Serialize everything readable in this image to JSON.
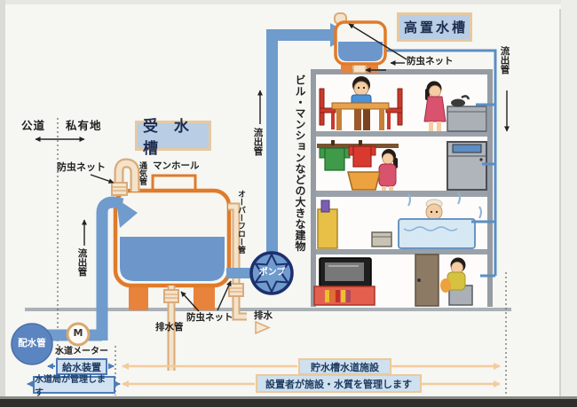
{
  "colors": {
    "tank_outline_orange": "#e07b2a",
    "pipe_blue": "#6f9bcd",
    "thin_pipe_blue": "#5b8ec4",
    "beige_pipe": "#d9ab79",
    "label_box_blue": "#b9cde4",
    "label_box_border_tan": "#e6c9a1",
    "pump_navy": "#1c2f6e",
    "management_blue_border": "#4f7cb8",
    "management_tan_border": "#ecc99b"
  },
  "boxes": {
    "receiving_tank": "受 水 槽",
    "elevated_tank": "高置水槽",
    "supply_device": "給水装置",
    "bureau_manages": "水道局が管理します",
    "storage_facility": "貯水槽水道施設",
    "installer_manages": "設置者が施設・水質を管理します"
  },
  "labels": {
    "public_road": "公道",
    "private_land": "私有地",
    "insect_net_top": "防虫ネット",
    "vent_pipe": "通気管",
    "manhole": "マンホール",
    "outflow_pipe_left": "流出管",
    "outflow_pipe_riser": "流出管",
    "outflow_pipe_right": "流出管",
    "overflow_pipe": "オーバーフロー管",
    "drain_pipe": "排水管",
    "insect_net_bottom": "防虫ネット",
    "insect_net_elevated": "防虫ネット",
    "drain": "排水",
    "pump": "ポンプ",
    "distribution_pipe": "配水管",
    "meter_symbol": "M",
    "water_meter": "水道メーター",
    "building_caption": "ビル・マンションなどの大きな建物"
  }
}
